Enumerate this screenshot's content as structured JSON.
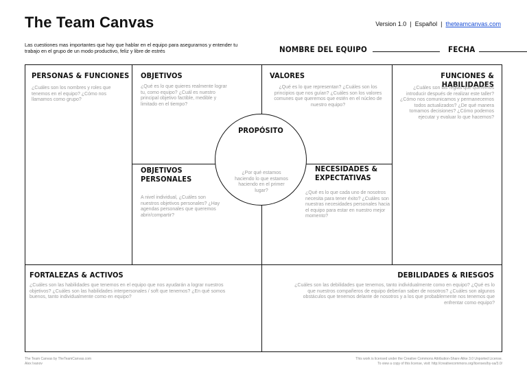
{
  "header": {
    "title": "The Team Canvas",
    "version": "Version 1.0",
    "separator": "|",
    "language": "Español",
    "website": "theteamcanvas.com",
    "intro": "Las cuestiones mas importantes que hay que hablar en el equipo para asegurarnos y entender tu trabajo en el grupo de un modo productivo, feliz y libre de estrés",
    "team_name_label": "NOMBRE DEL EQUIPO",
    "date_label": "FECHA"
  },
  "sections": {
    "personas": {
      "title": "PERSONAS & FUNCIONES",
      "hint": "¿Cuáles son los nombres y roles que tenemos en el equipo? ¿Cómo nos llamamos como grupo?"
    },
    "objetivos": {
      "title": "OBJETIVOS",
      "hint": "¿Qué es lo que quieres realmente lograr tu, como equipo? ¿Cuál es nuestro principal objetivo factible, medible y limitado en el tiempo?"
    },
    "valores": {
      "title": "VALORES",
      "hint": "¿Qué es lo que representan? ¿Cuáles son los principios que nos guían? ¿Cuáles son los valores comunes que queremos que estén en el núcleo de nuestro equipo?"
    },
    "funciones": {
      "title": "FUNCIONES & HABILIDADES",
      "hint": "¿Cuáles son las reglas que queremos introducir después de realizar este taller? ¿Cómo nos comunicamos y permanecemos todos actualizados? ¿De qué manera tomamos decisiones? ¿Cómo podemos ejecutar y evaluar lo que hacemos?"
    },
    "personales": {
      "title_line1": "OBJETIVOS",
      "title_line2": "PERSONALES",
      "hint": "A nivel individual, ¿Cuáles son nuestros objetivos personales? ¿Hay agendas personales que queremos abrir/compartir?"
    },
    "necesidades": {
      "title_line1": "NECESIDADES &",
      "title_line2": "EXPECTATIVAS",
      "hint": "¿Qué es lo que cada uno de nosotros necesita para tener éxito? ¿Cuáles son nuestras necesidades personales hacia el equipo para estar en nuestro mejor momento?"
    },
    "proposito": {
      "title": "PROPÓSITO",
      "hint": "¿Por qué estamos haciendo lo que estamos haciendo en el primer lugar?"
    },
    "fortalezas": {
      "title": "FORTALEZAS & ACTIVOS",
      "hint": "¿Cuáles son las habilidades que tenemos en el equipo que nos ayudarán a lograr nuestros objetivos? ¿Cuáles son las habilidades interpersonales / soft que tenemos? ¿En qué somos buenos, tanto individualmente como en equipo?"
    },
    "debilidades": {
      "title": "DEBILIDADES & RIESGOS",
      "hint": "¿Cuáles son las debilidades que tenemos, tanto individualmente como en equipo? ¿Qué es lo que nuestros compañeros de equipo deberían saber de nosotros? ¿Cuáles son algunos obstáculos que tenemos delante de nosotros y a los que probablemente nos tenemos que enfrentar como equipo?"
    }
  },
  "footer": {
    "left_line1": "The Team Canvas by TheTeamCanvas.com",
    "left_line2": "Alex Ivanov",
    "right_line1": "This work is licensed under the Creative Commons Attribution-Share Alike 3.0 Unported License.",
    "right_line2": "To view a copy of this license, visit: http://creativecommons.org/licenses/by-sa/3.0/"
  }
}
